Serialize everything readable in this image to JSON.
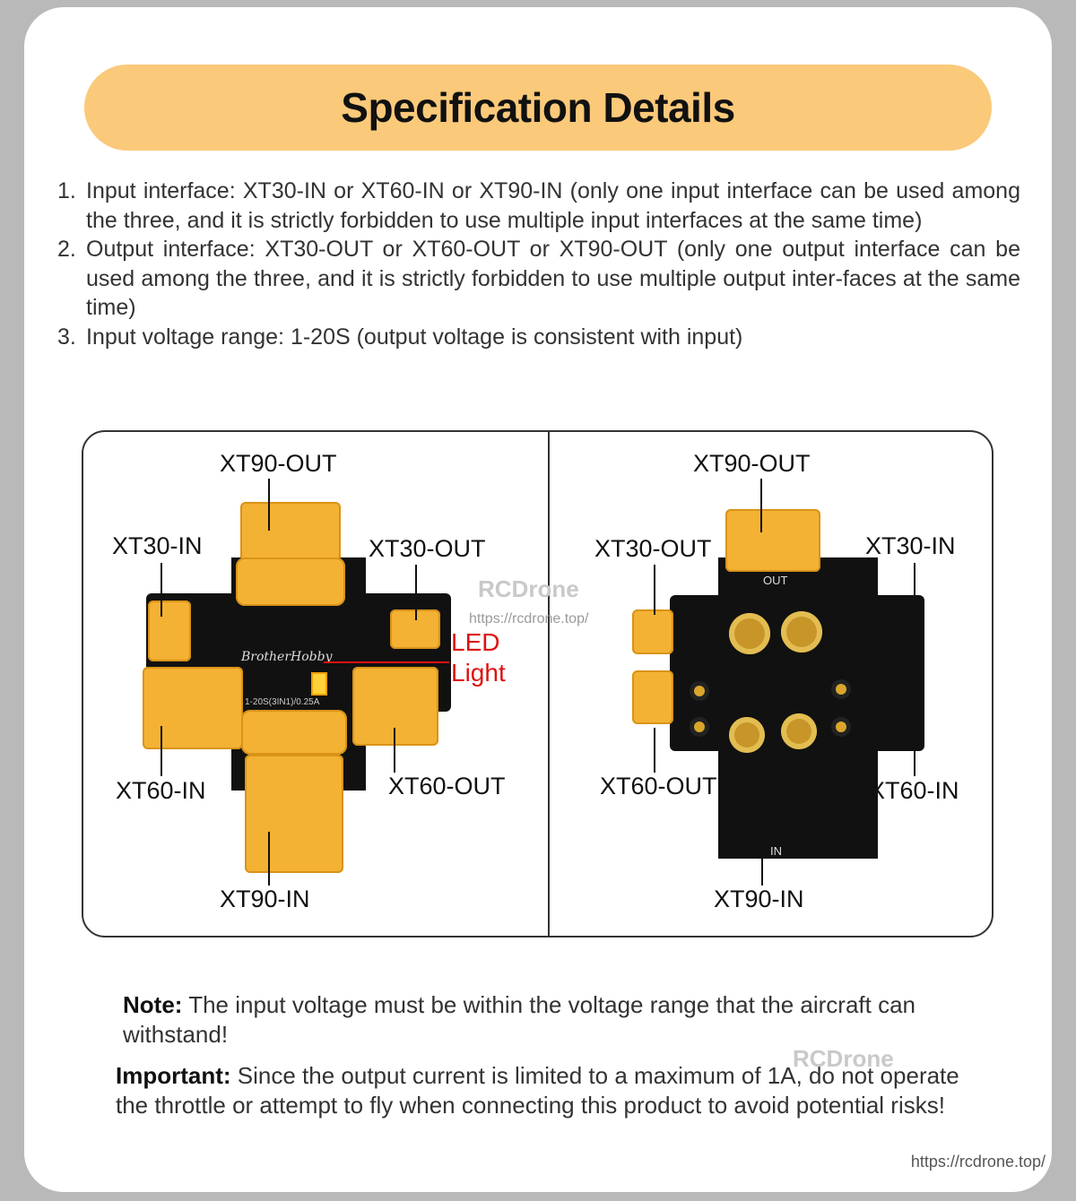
{
  "title": "Specification Details",
  "specs": [
    {
      "num": "1.",
      "text": "Input interface: XT30-IN or XT60-IN or XT90-IN (only one input interface can be used among the three, and it is strictly forbidden to use multiple input interfaces at the same time)"
    },
    {
      "num": "2.",
      "text": "Output interface: XT30-OUT or XT60-OUT or XT90-OUT (only one output interface can be used among the three, and it is strictly forbidden to use multiple output inter-faces at the same time)"
    },
    {
      "num": "3.",
      "text": "Input voltage range: 1-20S (output voltage is consistent with input)"
    }
  ],
  "left_panel": {
    "xt90_out": "XT90-OUT",
    "xt30_in": "XT30-IN",
    "xt30_out": "XT30-OUT",
    "led_line1": "LED",
    "led_line2": "Light",
    "xt60_in": "XT60-IN",
    "xt60_out": "XT60-OUT",
    "xt90_in": "XT90-IN",
    "board_brand": "BrotherHobby",
    "board_spec": "1-20S(3IN1)/0.25A"
  },
  "right_panel": {
    "xt90_out": "XT90-OUT",
    "xt30_out": "XT30-OUT",
    "xt30_in": "XT30-IN",
    "xt60_out": "XT60-OUT",
    "xt60_in": "XT60-IN",
    "xt90_in": "XT90-IN",
    "silk_out": "OUT",
    "silk_in": "IN"
  },
  "watermark": {
    "brand": "RCDrone",
    "url": "https://rcdrone.top/"
  },
  "note": {
    "label": "Note:",
    "text": " The input voltage must be within the voltage range that the aircraft can withstand!"
  },
  "important": {
    "label": "Important:",
    "text": " Since the output current is limited to a maximum of 1A, do not operate the throttle or attempt to fly when connecting this product to avoid potential risks!"
  },
  "footer_url": "https://rcdrone.top/",
  "colors": {
    "title_pill": "#fbc97a",
    "connector": "#f4b234",
    "led_label": "#dd1111",
    "board": "#111111"
  }
}
